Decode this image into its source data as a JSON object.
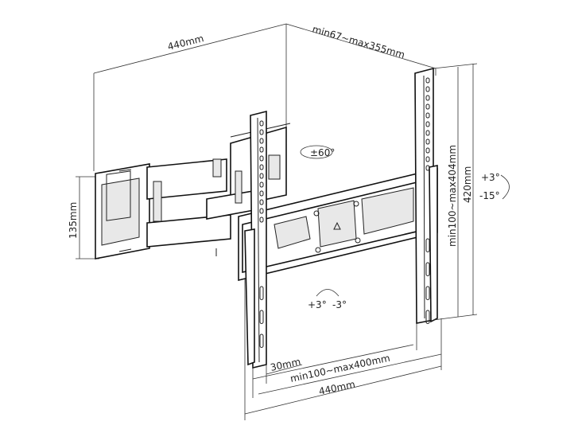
{
  "dimensions": {
    "wall_width": "440mm",
    "extension": "min67~max355mm",
    "swivel": "±60°",
    "tilt_up": "+3°",
    "tilt_down": "-15°",
    "bracket_height": "420mm",
    "vertical_spacing": "min100~max404mm",
    "wall_plate_height": "135mm",
    "level_plus": "+3°",
    "level_minus": "-3°",
    "bracket_width_offset": "30mm",
    "horizontal_spacing": "min100~max400mm",
    "rail_width": "440mm"
  }
}
